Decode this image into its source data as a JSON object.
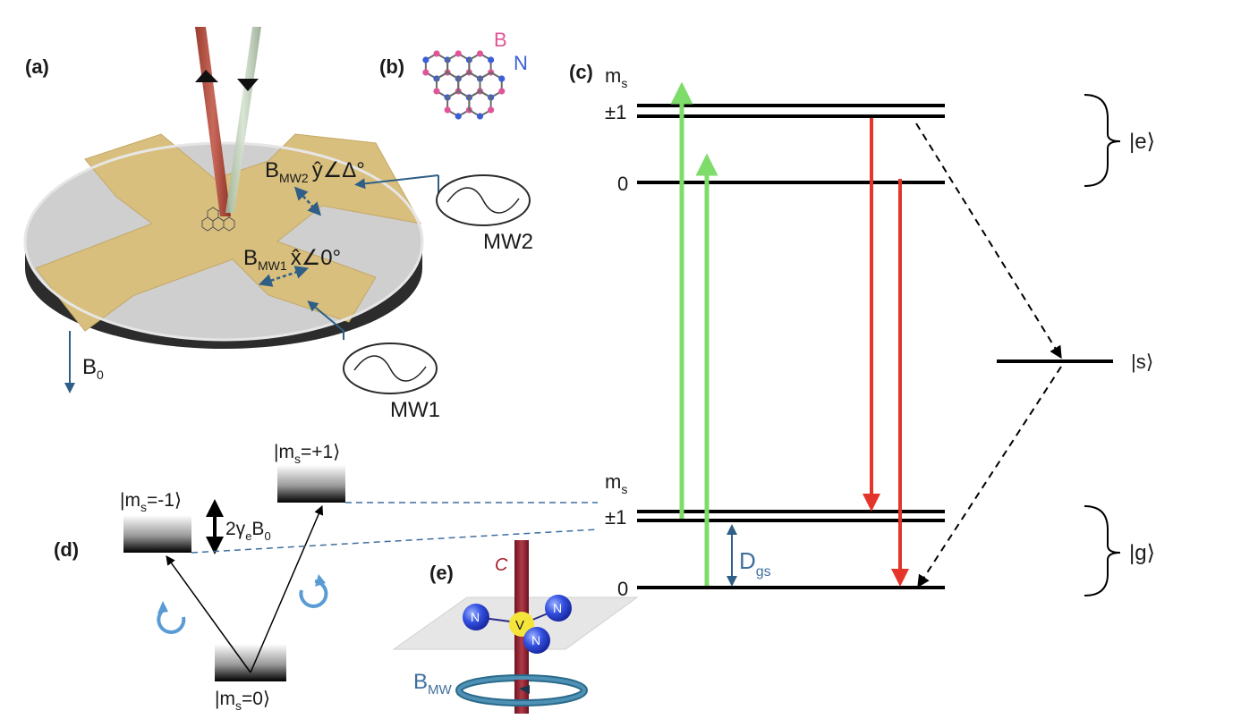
{
  "panels": {
    "a": "(a)",
    "b": "(b)",
    "c": "(c)",
    "d": "(d)",
    "e": "(e)"
  },
  "panel_a": {
    "b0": "B",
    "b0_sub": "0",
    "mw1": "MW1",
    "mw2": "MW2",
    "bmw1_main": "B",
    "bmw1_sub": "MW1",
    "bmw1_dir": "x̂∠0°",
    "bmw2_main": "B",
    "bmw2_sub": "MW2",
    "bmw2_dir": "ŷ∠Δ°"
  },
  "panel_b": {
    "boron": "B",
    "nitrogen": "N"
  },
  "panel_c": {
    "ms_excited": "m",
    "ms_excited_sub": "s",
    "ms_ground": "m",
    "ms_ground_sub": "s",
    "excited_pm1": "±1",
    "excited_0": "0",
    "ground_pm1": "±1",
    "ground_0": "0",
    "state_e": "|e⟩",
    "state_s": "|s⟩",
    "state_g": "|g⟩",
    "dgs_main": "D",
    "dgs_sub": "gs"
  },
  "panel_d": {
    "ms_minus1": "|m",
    "ms_minus1_sub": "s",
    "ms_minus1_val": "=-1⟩",
    "ms_plus1": "|m",
    "ms_plus1_sub": "s",
    "ms_plus1_val": "=+1⟩",
    "ms_zero": "|m",
    "ms_zero_sub": "s",
    "ms_zero_val": "=0⟩",
    "split_pre": "2γ",
    "split_sub": "e",
    "split_mid": "B",
    "split_sub2": "0"
  },
  "panel_e": {
    "c_axis": "C",
    "n1": "N",
    "n2": "N",
    "n3": "N",
    "vacancy": "V",
    "bmw_main": "B",
    "bmw_sub": "MW"
  },
  "colors": {
    "green_laser": "#7ddc6a",
    "red_emission": "#e5342a",
    "boron_atom": "#e0559a",
    "nitrogen_atom": "#3a5fd6",
    "gold_electrode": "#d9bf7e",
    "label_blue": "#3f6f9f"
  }
}
